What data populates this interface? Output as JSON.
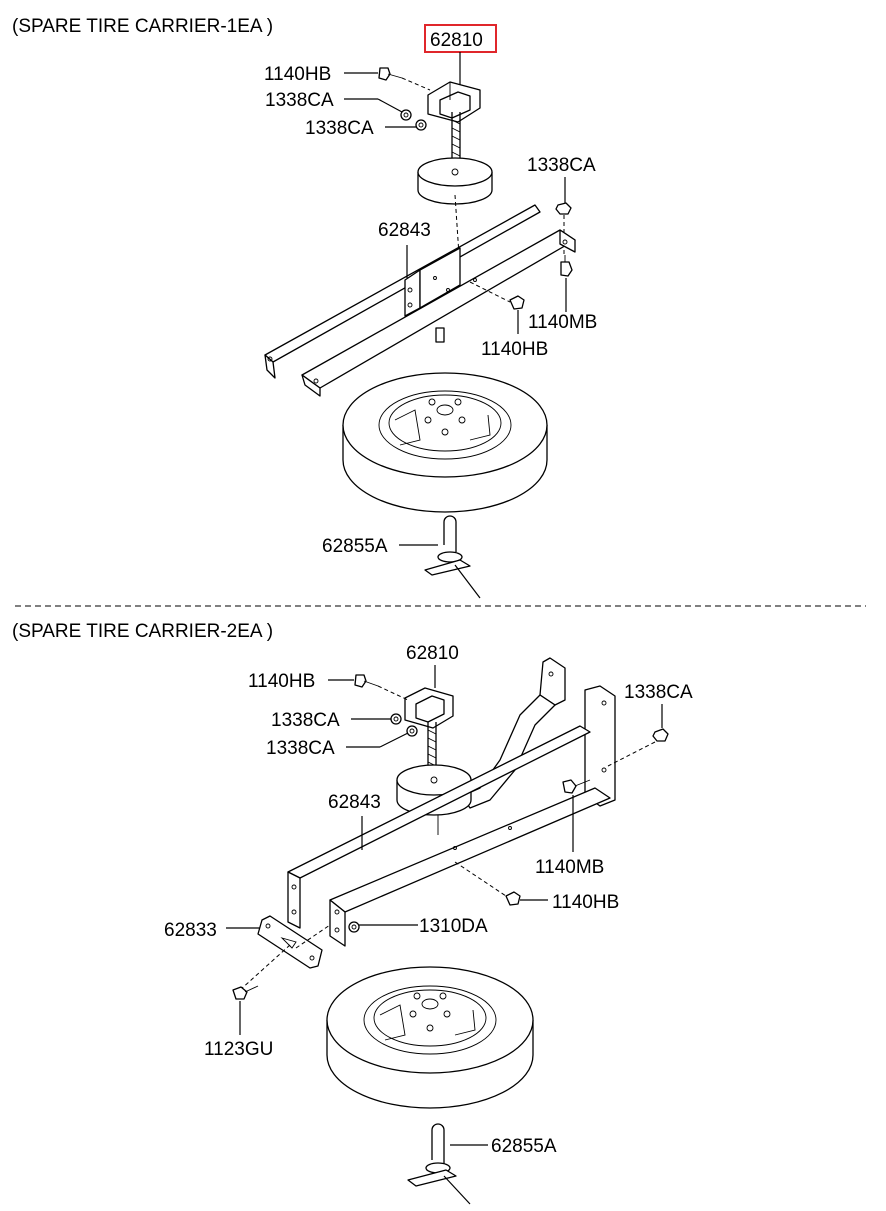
{
  "sections": [
    {
      "title": "(SPARE TIRE CARRIER-1EA )",
      "labels": {
        "bracket": "62810",
        "bolt_top": "1140HB",
        "nut_a": "1338CA",
        "nut_b": "1338CA",
        "nut_right": "1338CA",
        "crossmember": "62843",
        "bolt_mb": "1140MB",
        "bolt_hb": "1140HB",
        "lock_pin": "62855A"
      }
    },
    {
      "title": "(SPARE TIRE CARRIER-2EA )",
      "labels": {
        "bracket": "62810",
        "bolt_top": "1140HB",
        "nut_a": "1338CA",
        "nut_b": "1338CA",
        "nut_right": "1338CA",
        "crossmember": "62843",
        "bolt_mb": "1140MB",
        "bolt_hb": "1140HB",
        "nut_da": "1310DA",
        "plate": "62833",
        "bolt_gu": "1123GU",
        "lock_pin": "62855A"
      }
    }
  ],
  "highlighted_part": "62810",
  "colors": {
    "highlight": "#e0262b",
    "line": "#000000",
    "background": "#ffffff"
  }
}
